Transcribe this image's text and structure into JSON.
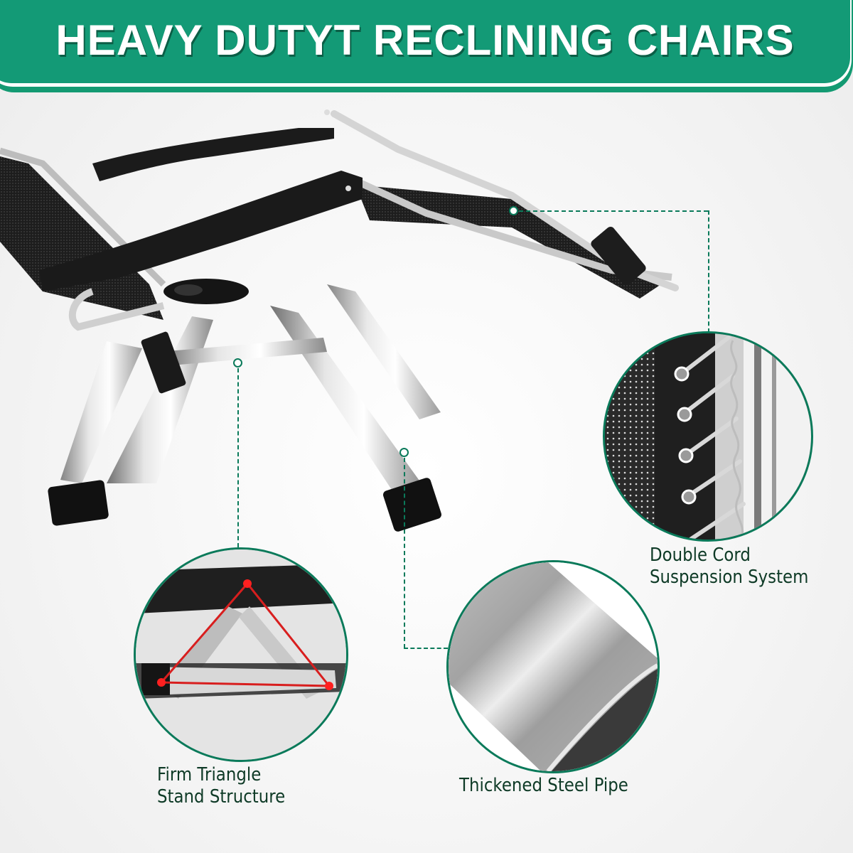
{
  "banner": {
    "title": "HEAVY DUTYT RECLINING CHAIRS",
    "background_color": "#139a76",
    "text_color": "#ffffff"
  },
  "product": {
    "subject": "zero-gravity reclining chair",
    "frame_color": "silver",
    "fabric_color": "black"
  },
  "callouts": [
    {
      "id": "cord",
      "label_line1": "Double Cord",
      "label_line2": "Suspension System"
    },
    {
      "id": "triangle",
      "label_line1": "Firm Triangle",
      "label_line2": "Stand Structure"
    },
    {
      "id": "pipe",
      "label_line1": "Thickened Steel Pipe"
    }
  ],
  "accent_color": "#0a7a5a",
  "label_color": "#0e3a26",
  "highlight_color": "#d81e1e"
}
